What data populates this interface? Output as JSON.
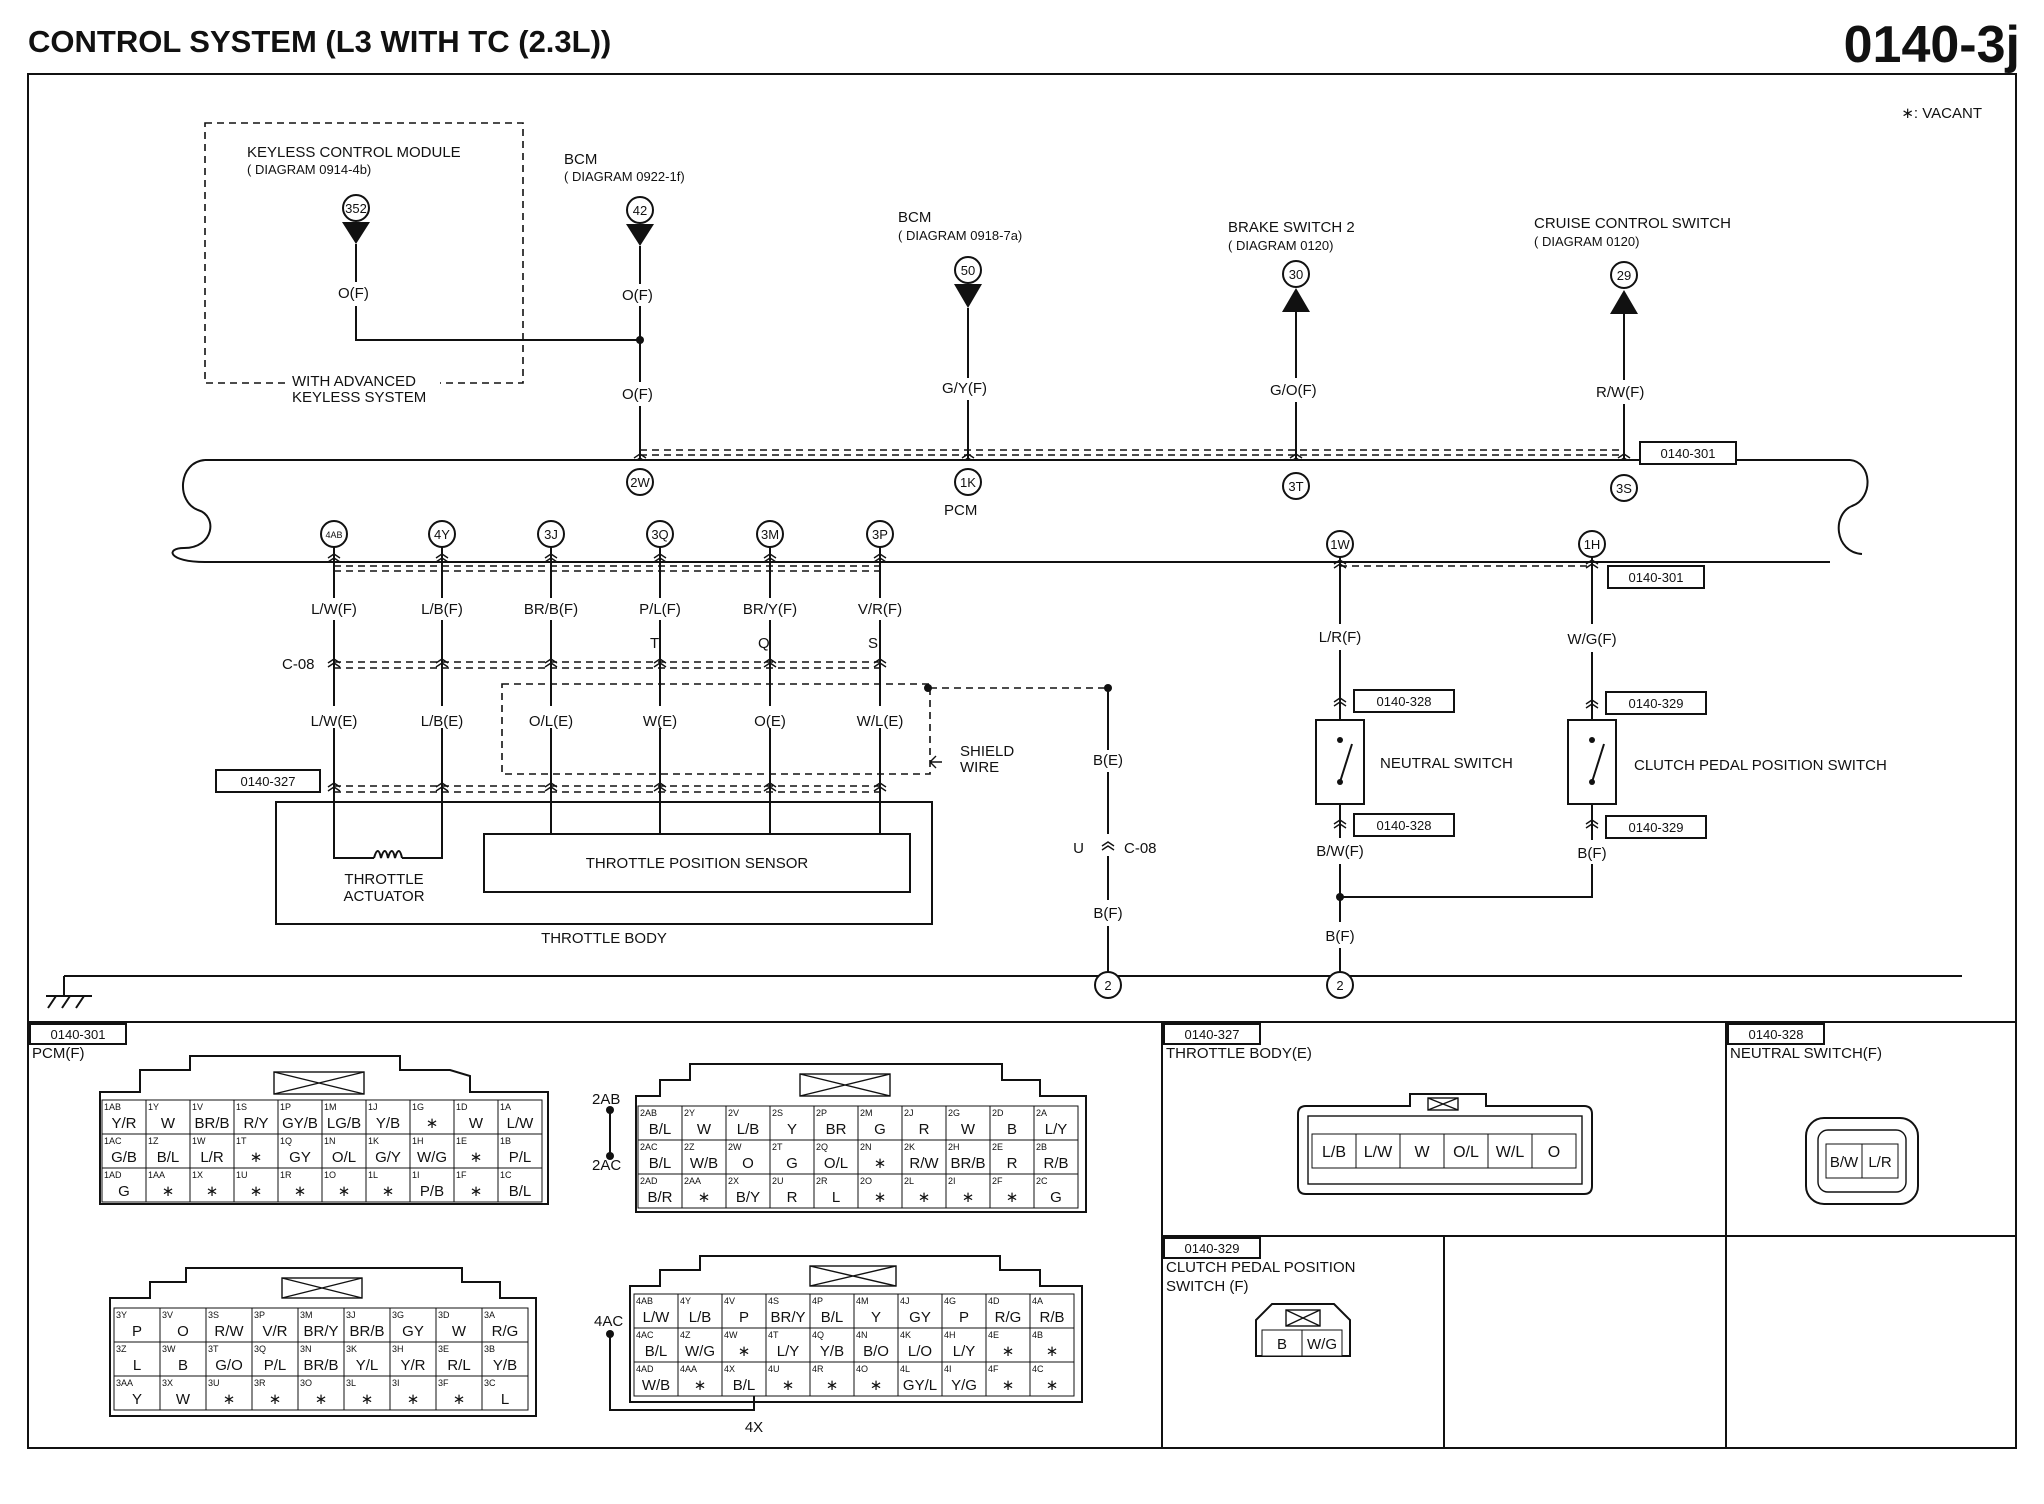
{
  "header": {
    "title": "CONTROL SYSTEM (L3 WITH TC (2.3L))",
    "code": "0140-3j",
    "vacant_note": "∗: VACANT"
  },
  "modules": {
    "keyless": {
      "name": "KEYLESS CONTROL MODULE",
      "ref": "( DIAGRAM 0914-4b)",
      "pin": "352",
      "wire": "O(F)",
      "note_1": "WITH ADVANCED",
      "note_2": "KEYLESS SYSTEM"
    },
    "bcm1": {
      "name": "BCM",
      "ref": "( DIAGRAM 0922-1f)",
      "pin": "42",
      "wire_top": "O(F)",
      "wire_bottom": "O(F)"
    },
    "bcm2": {
      "name": "BCM",
      "ref": "( DIAGRAM 0918-7a)",
      "pin": "50",
      "wire": "G/Y(F)"
    },
    "brake": {
      "name": "BRAKE SWITCH 2",
      "ref": "( DIAGRAM 0120)",
      "pin": "30",
      "wire": "G/O(F)"
    },
    "cruise": {
      "name": "CRUISE CONTROL SWITCH",
      "ref": "( DIAGRAM 0120)",
      "pin": "29",
      "wire": "R/W(F)"
    }
  },
  "pcm": {
    "label": "PCM",
    "connector_ref": "0140-301",
    "top_pins": [
      "2W",
      "1K",
      "3T",
      "3S"
    ],
    "bottom_pins": [
      "4AB",
      "4Y",
      "3J",
      "3Q",
      "3M",
      "3P",
      "1W",
      "1H"
    ]
  },
  "throttle": {
    "wires_f": [
      "L/W(F)",
      "L/B(F)",
      "BR/B(F)",
      "P/L(F)",
      "BR/Y(F)",
      "V/R(F)"
    ],
    "joint_letters": [
      "T",
      "Q",
      "S"
    ],
    "c08": "C-08",
    "wires_e": [
      "L/W(E)",
      "L/B(E)",
      "O/L(E)",
      "W(E)",
      "O(E)",
      "W/L(E)"
    ],
    "shield_1": "SHIELD",
    "shield_2": "WIRE",
    "connector_ref": "0140-327",
    "actuator_1": "THROTTLE",
    "actuator_2": "ACTUATOR",
    "sensor": "THROTTLE POSITION SENSOR",
    "body": "THROTTLE BODY"
  },
  "shield_ground": {
    "wire_e": "B(E)",
    "joint": "U",
    "c08": "C-08",
    "wire_f": "B(F)",
    "ground_pin": "2"
  },
  "neutral": {
    "wire_top": "L/R(F)",
    "ref": "0140-328",
    "name": "NEUTRAL SWITCH",
    "wire_bottom": "B/W(F)",
    "wire_ground": "B(F)",
    "ground_pin": "2"
  },
  "clutch": {
    "wire_top": "W/G(F)",
    "ref": "0140-329",
    "name": "CLUTCH PEDAL POSITION SWITCH",
    "wire_bottom": "B(F)"
  },
  "connectors": {
    "pcm_view": {
      "ref": "0140-301",
      "title": "PCM(F)",
      "label_2ab": "2AB",
      "label_2ac": "2AC",
      "label_4ac": "4AC",
      "label_4x": "4X"
    },
    "tb_view": {
      "ref": "0140-327",
      "title": "THROTTLE BODY(E)",
      "pins": [
        "L/B",
        "L/W",
        "W",
        "O/L",
        "W/L",
        "O"
      ]
    },
    "ns_view": {
      "ref": "0140-328",
      "title": "NEUTRAL SWITCH(F)",
      "pins": [
        "B/W",
        "L/R"
      ]
    },
    "cpp_view": {
      "ref": "0140-329",
      "title_1": "CLUTCH PEDAL POSITION",
      "title_2": "SWITCH (F)",
      "pins": [
        "B",
        "W/G"
      ]
    },
    "block1": [
      [
        [
          "1AB",
          "Y/R"
        ],
        [
          "1Y",
          "W"
        ],
        [
          "1V",
          "BR/B"
        ],
        [
          "1S",
          "R/Y"
        ],
        [
          "1P",
          "GY/B"
        ],
        [
          "1M",
          "LG/B"
        ],
        [
          "1J",
          "Y/B"
        ],
        [
          "1G",
          "∗"
        ],
        [
          "1D",
          "W"
        ],
        [
          "1A",
          "L/W"
        ]
      ],
      [
        [
          "1AC",
          "G/B"
        ],
        [
          "1Z",
          "B/L"
        ],
        [
          "1W",
          "L/R"
        ],
        [
          "1T",
          "∗"
        ],
        [
          "1Q",
          "GY"
        ],
        [
          "1N",
          "O/L"
        ],
        [
          "1K",
          "G/Y"
        ],
        [
          "1H",
          "W/G"
        ],
        [
          "1E",
          "∗"
        ],
        [
          "1B",
          "P/L"
        ]
      ],
      [
        [
          "1AD",
          "G"
        ],
        [
          "1AA",
          "∗"
        ],
        [
          "1X",
          "∗"
        ],
        [
          "1U",
          "∗"
        ],
        [
          "1R",
          "∗"
        ],
        [
          "1O",
          "∗"
        ],
        [
          "1L",
          "∗"
        ],
        [
          "1I",
          "P/B"
        ],
        [
          "1F",
          "∗"
        ],
        [
          "1C",
          "B/L"
        ]
      ]
    ],
    "block2": [
      [
        [
          "2AB",
          "B/L"
        ],
        [
          "2Y",
          "W"
        ],
        [
          "2V",
          "L/B"
        ],
        [
          "2S",
          "Y"
        ],
        [
          "2P",
          "BR"
        ],
        [
          "2M",
          "G"
        ],
        [
          "2J",
          "R"
        ],
        [
          "2G",
          "W"
        ],
        [
          "2D",
          "B"
        ],
        [
          "2A",
          "L/Y"
        ]
      ],
      [
        [
          "2AC",
          "B/L"
        ],
        [
          "2Z",
          "W/B"
        ],
        [
          "2W",
          "O"
        ],
        [
          "2T",
          "G"
        ],
        [
          "2Q",
          "O/L"
        ],
        [
          "2N",
          "∗"
        ],
        [
          "2K",
          "R/W"
        ],
        [
          "2H",
          "BR/B"
        ],
        [
          "2E",
          "R"
        ],
        [
          "2B",
          "R/B"
        ]
      ],
      [
        [
          "2AD",
          "B/R"
        ],
        [
          "2AA",
          "∗"
        ],
        [
          "2X",
          "B/Y"
        ],
        [
          "2U",
          "R"
        ],
        [
          "2R",
          "L"
        ],
        [
          "2O",
          "∗"
        ],
        [
          "2L",
          "∗"
        ],
        [
          "2I",
          "∗"
        ],
        [
          "2F",
          "∗"
        ],
        [
          "2C",
          "G"
        ]
      ]
    ],
    "block3": [
      [
        [
          "3Y",
          "P"
        ],
        [
          "3V",
          "O"
        ],
        [
          "3S",
          "R/W"
        ],
        [
          "3P",
          "V/R"
        ],
        [
          "3M",
          "BR/Y"
        ],
        [
          "3J",
          "BR/B"
        ],
        [
          "3G",
          "GY"
        ],
        [
          "3D",
          "W"
        ],
        [
          "3A",
          "R/G"
        ]
      ],
      [
        [
          "3Z",
          "L"
        ],
        [
          "3W",
          "B"
        ],
        [
          "3T",
          "G/O"
        ],
        [
          "3Q",
          "P/L"
        ],
        [
          "3N",
          "BR/B"
        ],
        [
          "3K",
          "Y/L"
        ],
        [
          "3H",
          "Y/R"
        ],
        [
          "3E",
          "R/L"
        ],
        [
          "3B",
          "Y/B"
        ]
      ],
      [
        [
          "3AA",
          "Y"
        ],
        [
          "3X",
          "W"
        ],
        [
          "3U",
          "∗"
        ],
        [
          "3R",
          "∗"
        ],
        [
          "3O",
          "∗"
        ],
        [
          "3L",
          "∗"
        ],
        [
          "3I",
          "∗"
        ],
        [
          "3F",
          "∗"
        ],
        [
          "3C",
          "L"
        ]
      ]
    ],
    "block4": [
      [
        [
          "4AB",
          "L/W"
        ],
        [
          "4Y",
          "L/B"
        ],
        [
          "4V",
          "P"
        ],
        [
          "4S",
          "BR/Y"
        ],
        [
          "4P",
          "B/L"
        ],
        [
          "4M",
          "Y"
        ],
        [
          "4J",
          "GY"
        ],
        [
          "4G",
          "P"
        ],
        [
          "4D",
          "R/G"
        ],
        [
          "4A",
          "R/B"
        ]
      ],
      [
        [
          "4AC",
          "B/L"
        ],
        [
          "4Z",
          "W/G"
        ],
        [
          "4W",
          "∗"
        ],
        [
          "4T",
          "L/Y"
        ],
        [
          "4Q",
          "Y/B"
        ],
        [
          "4N",
          "B/O"
        ],
        [
          "4K",
          "L/O"
        ],
        [
          "4H",
          "L/Y"
        ],
        [
          "4E",
          "∗"
        ],
        [
          "4B",
          "∗"
        ]
      ],
      [
        [
          "4AD",
          "W/B"
        ],
        [
          "4AA",
          "∗"
        ],
        [
          "4X",
          "B/L"
        ],
        [
          "4U",
          "∗"
        ],
        [
          "4R",
          "∗"
        ],
        [
          "4O",
          "∗"
        ],
        [
          "4L",
          "GY/L"
        ],
        [
          "4I",
          "Y/G"
        ],
        [
          "4F",
          "∗"
        ],
        [
          "4C",
          "∗"
        ]
      ]
    ]
  }
}
